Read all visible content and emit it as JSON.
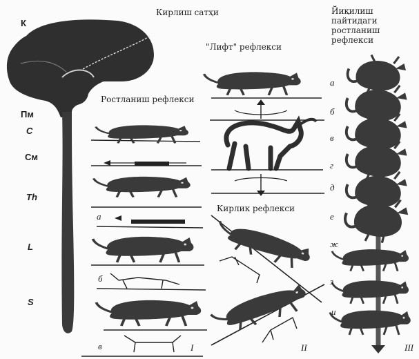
{
  "titles": {
    "cortex": "Кирлиш сатҳи",
    "lift": "\"Лифт\" рефлекси",
    "righting": "Ростланиш рефлекси",
    "landing": "Кирлик рефлекси",
    "fall": [
      "Йиқилиш",
      "пайтидаги",
      "ростланиш",
      "рефлекси"
    ]
  },
  "brain_regions": [
    "К",
    "Пм",
    "С",
    "См",
    "Th",
    "L",
    "S"
  ],
  "panel_a_steps": [
    "а",
    "б",
    "в"
  ],
  "fall_steps": [
    "а",
    "б",
    "в",
    "г",
    "д",
    "е",
    "ж",
    "з",
    "и"
  ],
  "roman": [
    "I",
    "II",
    "III"
  ]
}
